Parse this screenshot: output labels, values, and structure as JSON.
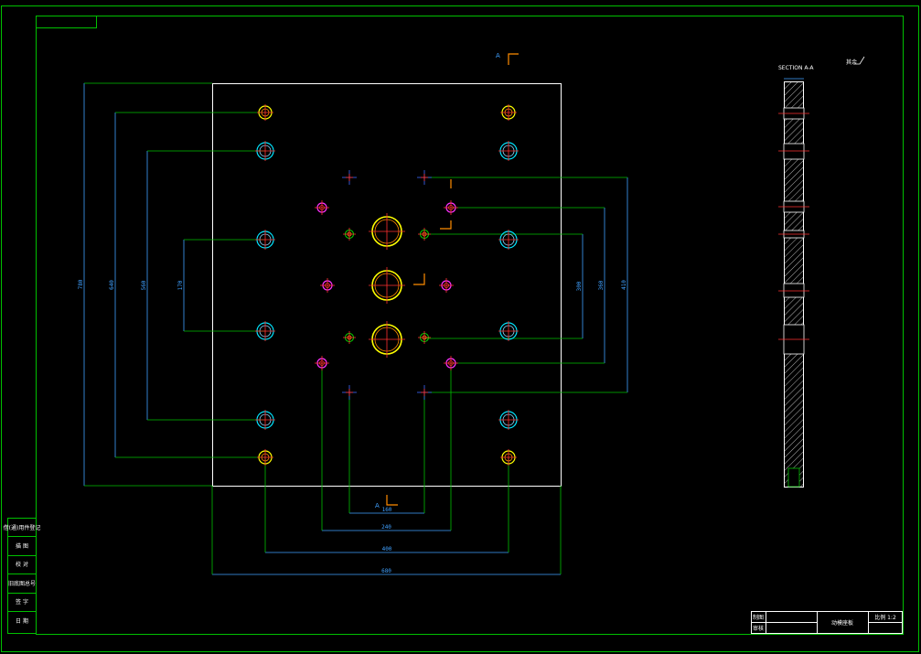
{
  "drawing": {
    "section_marker_top": "A",
    "section_marker_bottom": "A",
    "section_title": "SECTION A-A",
    "side_note": "其余",
    "left_bar_labels": [
      "借(通)用件登记",
      "描 图",
      "校 对",
      "旧底图总号",
      "签 字",
      "日 期"
    ],
    "title_block": {
      "part_name": "动模座板",
      "scale": "比例 1:2",
      "row1": "制图",
      "row2": "审核"
    },
    "vertical_dims_left": [
      "780",
      "640",
      "560",
      "170"
    ],
    "vertical_dims_right": [
      "300",
      "360",
      "410"
    ],
    "horizontal_dims": [
      "160",
      "240",
      "400",
      "680"
    ]
  }
}
